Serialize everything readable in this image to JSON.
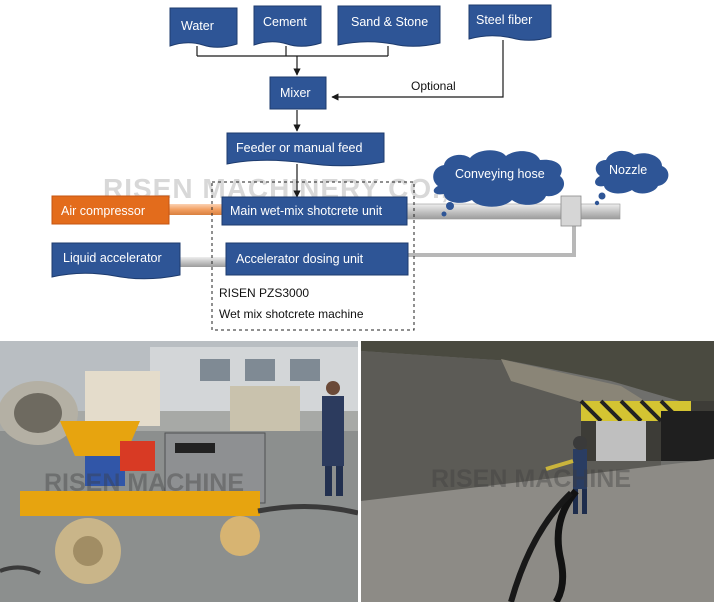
{
  "inputs": {
    "water": "Water",
    "cement": "Cement",
    "sand_stone": "Sand & Stone",
    "steel_fiber": "Steel fiber"
  },
  "mixer": "Mixer",
  "optional_label": "Optional",
  "feeder": "Feeder or manual feed",
  "air_compressor": "Air compressor",
  "main_unit": "Main wet-mix shotcrete unit",
  "liquid_accelerator": "Liquid accelerator",
  "dosing_unit": "Accelerator dosing unit",
  "conveying_hose": "Conveying hose",
  "nozzle": "Nozzle",
  "machine_model": "RISEN PZS3000",
  "machine_name": "Wet mix shotcrete machine",
  "watermark_diagram": "RISEN MACHINERY CO., LTD.",
  "watermark_photo_left": "RISEN MACHINE",
  "watermark_photo_right": "RISEN MACHINE",
  "colors": {
    "box_blue": "#2e5596",
    "box_orange": "#e36c1c",
    "pipe_gray": "#c8c8c8",
    "air_line": "#f4a46a"
  }
}
